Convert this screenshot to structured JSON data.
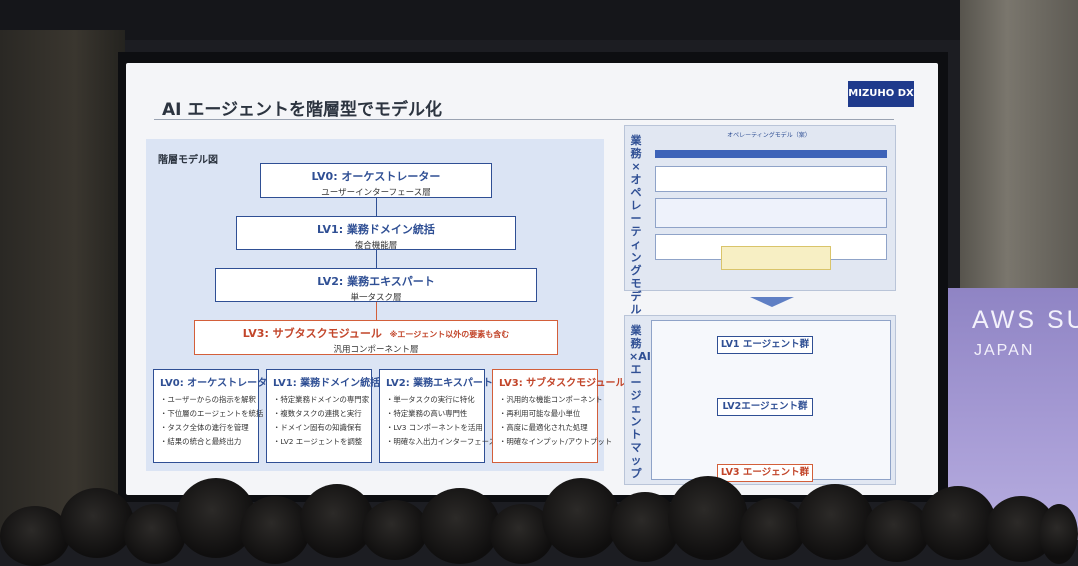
{
  "venue": {
    "banner_title": "AWS SU",
    "banner_sub": "JAPAN"
  },
  "slide": {
    "title": "AI エージェントを階層型でモデル化",
    "logo": "MIZUHO DX",
    "panel_label": "階層モデル図",
    "levels": [
      {
        "title": "LV0: オーケストレーター",
        "sub": "ユーザーインターフェース層"
      },
      {
        "title": "LV1: 業務ドメイン統括",
        "sub": "複合機能層"
      },
      {
        "title": "LV2: 業務エキスパート",
        "sub": "単一タスク層"
      },
      {
        "title": "LV3: サブタスクモジュール",
        "sub": "汎用コンポーネント層",
        "note": "※エージェント以外の要素も含む"
      }
    ],
    "cards": [
      {
        "title": "LV0: オーケストレーター",
        "items": [
          "・ユーザーからの指示を解釈",
          "・下位層のエージェントを統括",
          "・タスク全体の進行を管理",
          "・結果の統合と最終出力"
        ]
      },
      {
        "title": "LV1: 業務ドメイン統括",
        "items": [
          "・特定業務ドメインの専門家",
          "・複数タスクの連携と実行",
          "・ドメイン固有の知識保有",
          "・LV2 エージェントを調整"
        ]
      },
      {
        "title": "LV2: 業務エキスパート",
        "items": [
          "・単一タスクの実行に特化",
          "・特定業務の高い専門性",
          "・LV3 コンポーネントを活用",
          "・明確な入出力インターフェース"
        ]
      },
      {
        "title": "LV3: サブタスクモジュール",
        "items": [
          "・汎用的な機能コンポーネント",
          "・再利用可能な最小単位",
          "・高度に最適化された処理",
          "・明確なインプット/アウトプット"
        ]
      }
    ],
    "right_top": {
      "vertical_label": "業務×オペレーティングモデル",
      "header": "オペレーティングモデル（案）"
    },
    "right_bottom": {
      "vertical_label": "業務×AIエージェントマップ",
      "groups": [
        "LV1 エージェント群",
        "LV2エージェント群",
        "LV3 エージェント群"
      ]
    }
  }
}
